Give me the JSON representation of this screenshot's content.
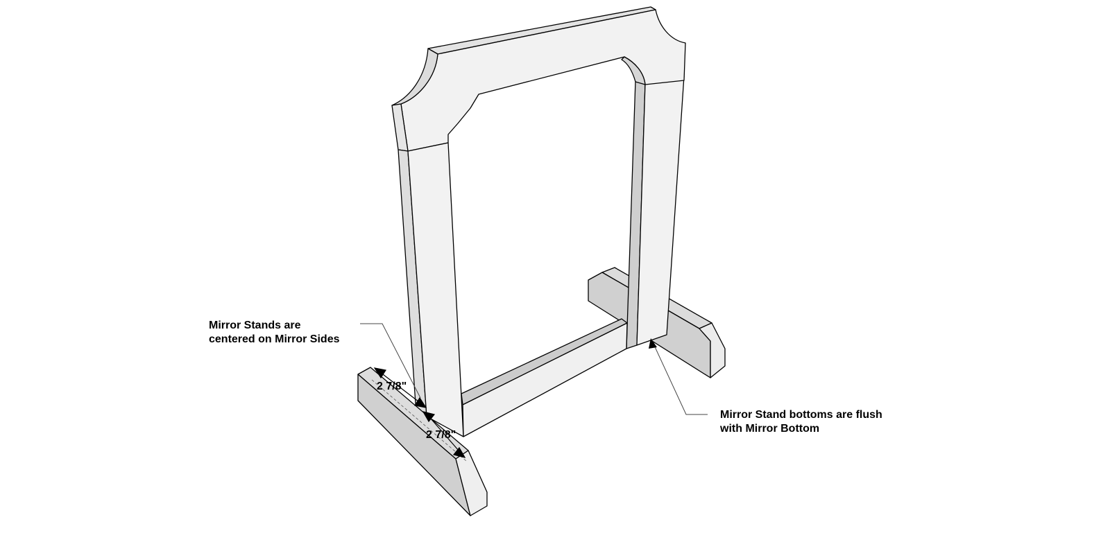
{
  "annotations": {
    "stands_centered_line1": "Mirror Stands are",
    "stands_centered_line2": "centered on Mirror Sides",
    "bottoms_flush_line1": "Mirror Stand bottoms are flush",
    "bottoms_flush_line2": "with Mirror Bottom"
  },
  "dimensions": {
    "upper": "2 7/8\"",
    "lower": "2 7/8\""
  },
  "colors": {
    "panel_light": "#f1f1f1",
    "panel_side": "#e2e2e2",
    "panel_shade": "#cfcfcf",
    "stand_top": "#dddddd",
    "stand_face": "#d0d0d0",
    "stand_end": "#f0f0f0",
    "outline": "#000000"
  }
}
